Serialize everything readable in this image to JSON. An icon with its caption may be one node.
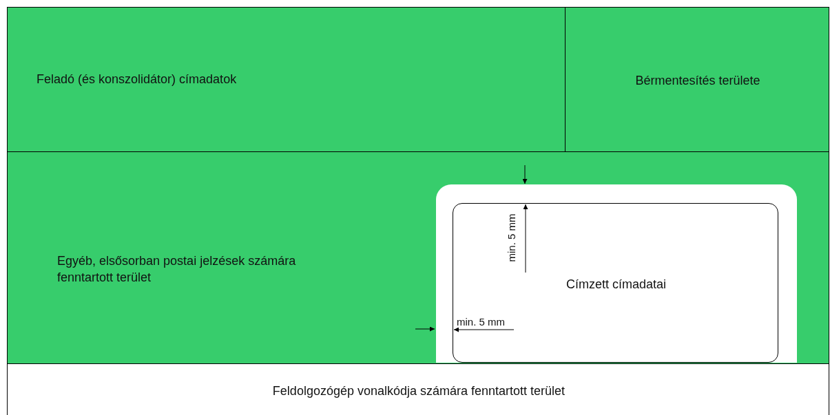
{
  "diagram": {
    "nodes": [
      {
        "text": [
          "Feladó (és konszolidátor) címadatok"
        ]
      },
      {
        "text": [
          "Bérmentesítés területe"
        ]
      },
      {
        "text": [
          "Egyéb, elsősorban postai jelzések számára fenntartott terület"
        ]
      },
      {
        "text": [],
        "shape": "box",
        "in": 2
      },
      {
        "text": [
          "Címzett címadatai"
        ],
        "in": 3
      },
      {
        "text": [
          "Feldolgozógép vonalkódja számára fenntartott terület"
        ]
      }
    ],
    "edges": [],
    "labels": [
      "min. 5 mm",
      "min. 5 mm"
    ]
  }
}
